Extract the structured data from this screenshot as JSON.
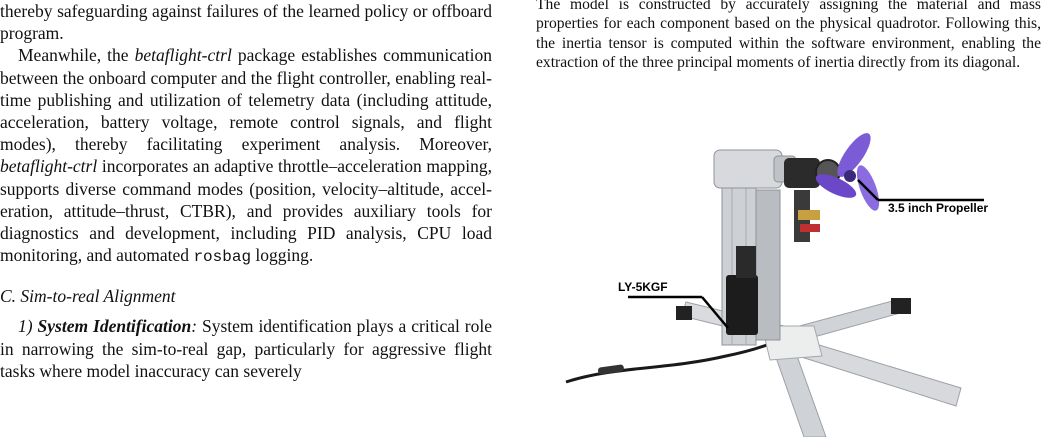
{
  "left": {
    "p1_runs": [
      {
        "t": "thereby safeguarding against failures of the learned policy or offboard program."
      }
    ],
    "p2_runs": [
      {
        "t": "Meanwhile, the "
      },
      {
        "t": "betaflight-ctrl",
        "i": true
      },
      {
        "t": " package establishes com­munication between the onboard computer and the flight controller, enabling real-time publishing and utilization of telemetry data (including attitude, acceleration, battery volt­age, remote control signals, and flight modes), thereby fa­cilitating experiment analysis. Moreover, "
      },
      {
        "t": "betaflight-ctrl",
        "i": true
      },
      {
        "t": " incor­porates an adaptive throttle–acceleration mapping, supports diverse command modes (position, velocity–altitude, accel­eration, attitude–thrust, CTBR), and provides auxiliary tools for diagnostics and development, including PID analysis, CPU load monitoring, and automated "
      },
      {
        "t": "rosbag",
        "m": true
      },
      {
        "t": " logging."
      }
    ],
    "section_heading": "C.  Sim-to-real Alignment",
    "p3_runs": [
      {
        "t": "1) ",
        "i": true
      },
      {
        "t": "System Identification",
        "i": true,
        "b": true
      },
      {
        "t": ":",
        "i": true
      },
      {
        "t": "  System identification plays a critical role in narrowing the sim-to-real gap, particularly for aggressive flight tasks where model inaccuracy can severely"
      }
    ]
  },
  "right": {
    "p1": "The model is constructed by accurately assigning the material and mass properties for each component based on the physical quadrotor. Following this, the inertia tensor is computed within the software environment, enabling the extraction of the three principal moments of inertia directly from its diagonal."
  },
  "figure": {
    "label_propeller": "3.5 inch Propeller",
    "label_sensor": "LY-5KGF",
    "colors": {
      "propeller": "#7b5bd6",
      "aluminum": "#c8cbcf",
      "mount": "#e9eaec",
      "sensor": "#1c1c1c"
    }
  }
}
